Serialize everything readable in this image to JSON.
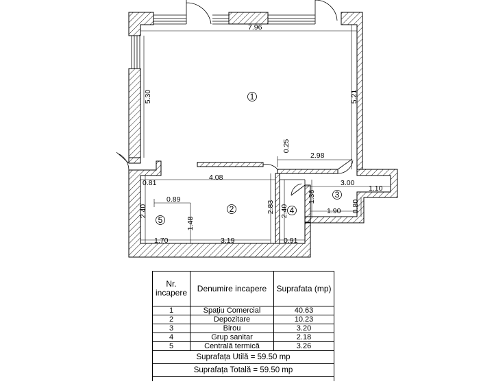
{
  "plan": {
    "dimensions": {
      "d_796": "7.96",
      "d_530": "5.30",
      "d_521": "5.21",
      "d_025": "0.25",
      "d_298": "2.98",
      "d_300": "3.00",
      "d_110": "1.10",
      "d_081": "0.81",
      "d_408": "4.08",
      "d_089": "0.89",
      "d_240a": "2.40",
      "d_148": "1.48",
      "d_283": "2.83",
      "d_240b": "2.40",
      "d_136": "1.36",
      "d_190": "1.90",
      "d_080": "0.80",
      "d_170": "1.70",
      "d_319": "3.19",
      "d_091": "0.91"
    },
    "room_markers": [
      "1",
      "2",
      "3",
      "4",
      "5"
    ]
  },
  "table": {
    "headers": [
      "Nr. incapere",
      "Denumire incapere",
      "Suprafata (mp)"
    ],
    "rows": [
      {
        "nr": "1",
        "name": "Spațiu Comercial",
        "area": "40.63"
      },
      {
        "nr": "2",
        "name": "Depozitare",
        "area": "10.23"
      },
      {
        "nr": "3",
        "name": "Birou",
        "area": "3.20"
      },
      {
        "nr": "4",
        "name": "Grup sanitar",
        "area": "2.18"
      },
      {
        "nr": "5",
        "name": "Centrală termică",
        "area": "3.26"
      }
    ],
    "summary_useful": "Suprafața Utilă =  59.50 mp",
    "summary_total": "Suprafața Totală =  59.50 mp"
  },
  "colors": {
    "line": "#000000",
    "hatch": "#000000",
    "background": "#ffffff"
  }
}
